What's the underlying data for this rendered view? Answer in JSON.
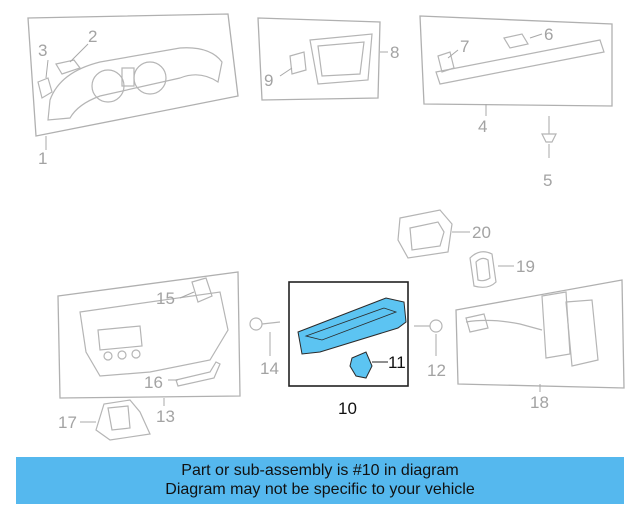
{
  "callouts": {
    "c1": "1",
    "c2": "2",
    "c3": "3",
    "c4": "4",
    "c5": "5",
    "c6": "6",
    "c7": "7",
    "c8": "8",
    "c9": "9",
    "c10": "10",
    "c11": "11",
    "c12": "12",
    "c13": "13",
    "c14": "14",
    "c15": "15",
    "c16": "16",
    "c17": "17",
    "c18": "18",
    "c19": "19",
    "c20": "20"
  },
  "banner": {
    "line1": "Part or sub-assembly is #10 in diagram",
    "line2": "Diagram may not be specific to your vehicle"
  },
  "colors": {
    "highlight": "#55b8ee",
    "part_fill": "#5cc4f2",
    "line_gray": "#b0b0b0",
    "text_gray": "#a3a3a3"
  }
}
